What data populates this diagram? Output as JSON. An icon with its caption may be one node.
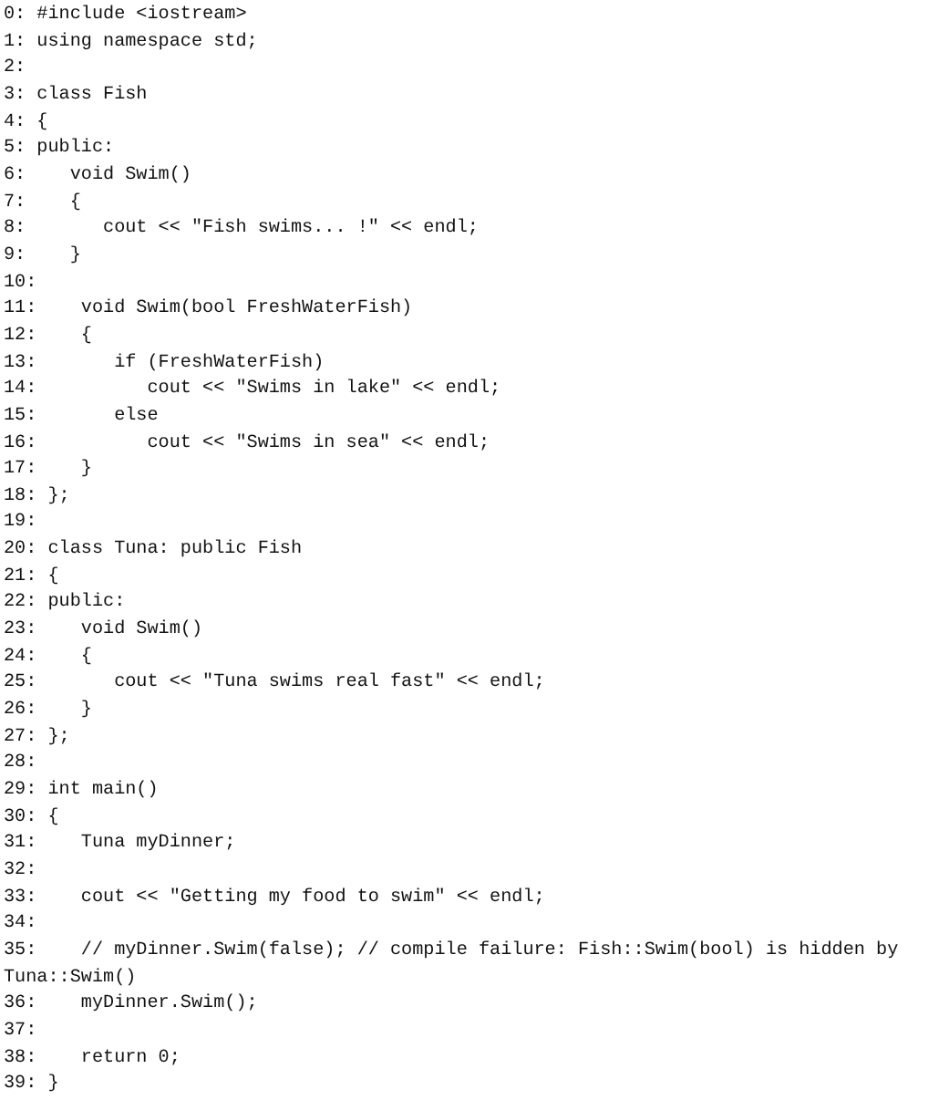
{
  "diagram": {
    "labels": [
      "0: #include <iostream>",
      "1: using namespace std;",
      "2:",
      "3: class Fish",
      "4: {",
      "5: public:",
      "6:    void Swim()",
      "7:    {",
      "8:       cout << \"Fish swims... !\" << endl;",
      "9:    }",
      "10:",
      "11:    void Swim(bool FreshWaterFish)",
      "12:    {",
      "13:       if (FreshWaterFish)",
      "14:          cout << \"Swims in lake\" << endl;",
      "15:       else",
      "16:          cout << \"Swims in sea\" << endl;",
      "17:    }",
      "18: };",
      "19:",
      "20: class Tuna: public Fish",
      "21: {",
      "22: public:",
      "23:    void Swim()",
      "24:    {",
      "25:       cout << \"Tuna swims real fast\" << endl;",
      "26:    }",
      "27: };",
      "28:",
      "29: int main()",
      "30: {",
      "31:    Tuna myDinner;",
      "32:",
      "33:    cout << \"Getting my food to swim\" << endl;",
      "34:",
      "35:    // myDinner.Swim(false); // compile failure: Fish::Swim(bool) is hidden by Tuna::Swim()",
      "36:    myDinner.Swim();",
      "37:",
      "38:    return 0;",
      "39: }"
    ]
  }
}
